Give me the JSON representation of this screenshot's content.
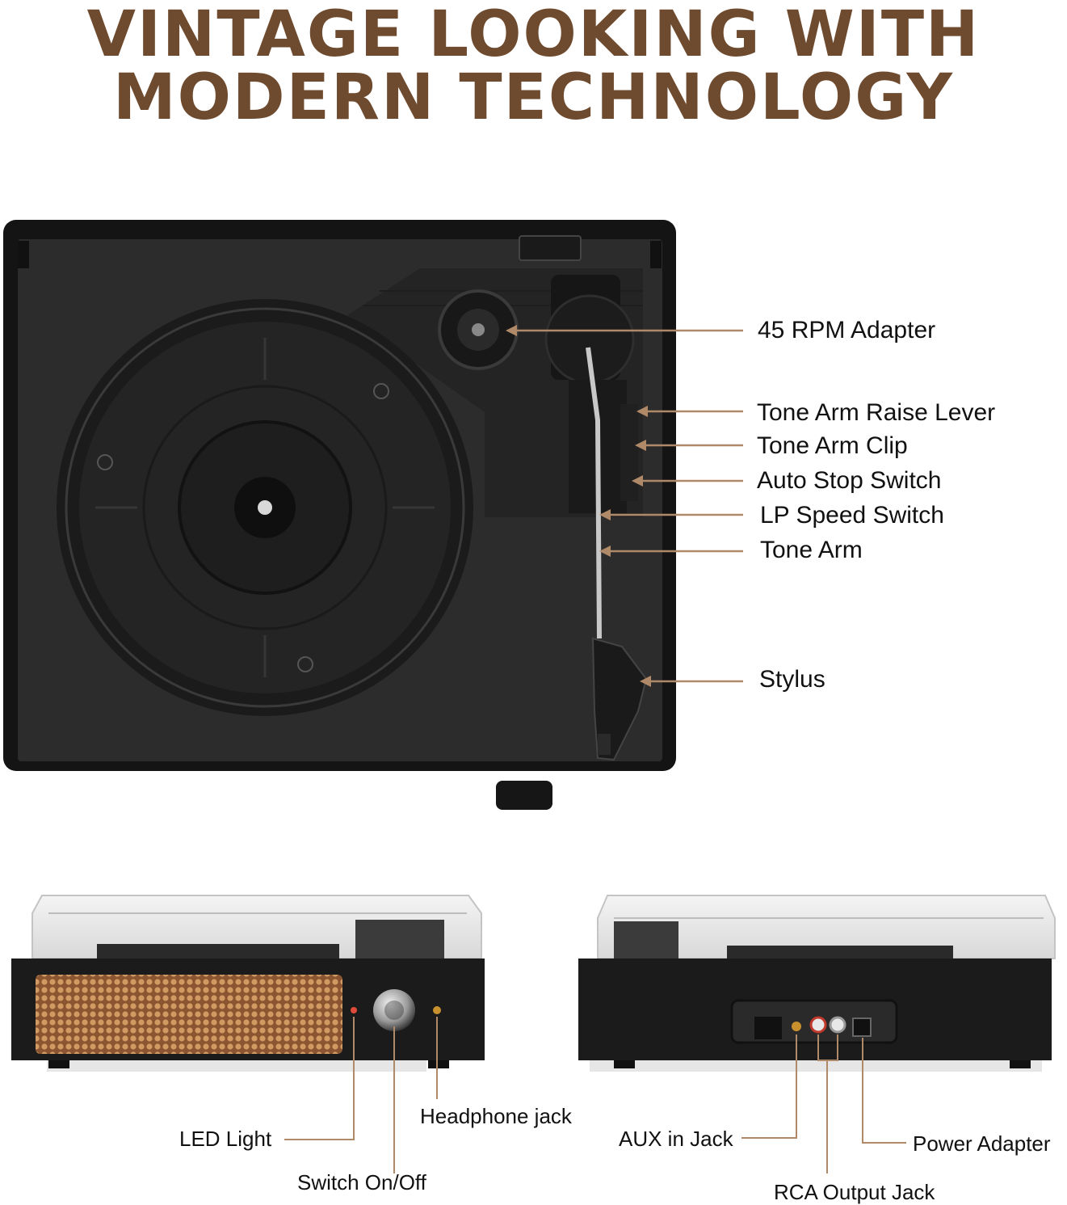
{
  "headline": {
    "line1": "VINTAGE LOOKING WITH",
    "line2": "MODERN TECHNOLOGY"
  },
  "top_view_labels": {
    "adapter_45": "45 RPM Adapter",
    "raise_lever": "Tone Arm Raise Lever",
    "arm_clip": "Tone Arm Clip",
    "auto_stop": "Auto Stop Switch",
    "lp_speed": "LP Speed Switch",
    "tone_arm": "Tone Arm",
    "stylus": "Stylus"
  },
  "front_view_labels": {
    "led_light": "LED Light",
    "switch": "Switch On/Off",
    "headphone": "Headphone jack"
  },
  "back_view_labels": {
    "aux_in": "AUX in Jack",
    "rca_out": "RCA Output Jack",
    "power": "Power Adapter"
  },
  "colors": {
    "headline": "#6e4a2e",
    "callout_line": "#b08a68",
    "body": "#1a1a1a",
    "speaker": "#c4824a"
  }
}
